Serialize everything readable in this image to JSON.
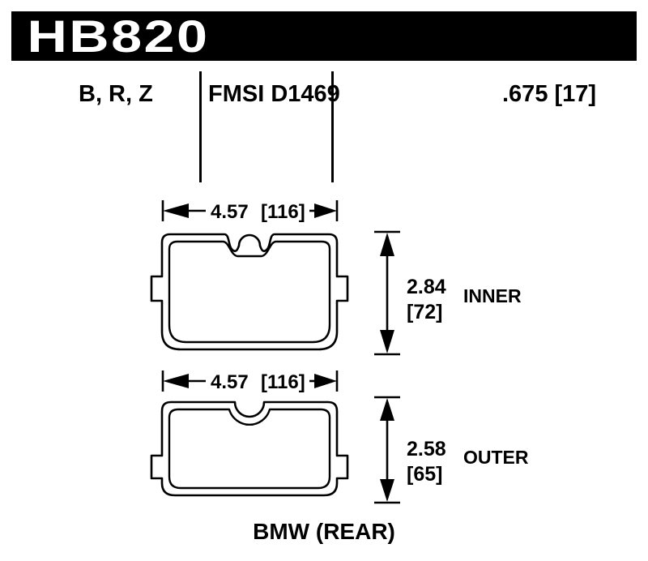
{
  "header": {
    "part_number": "HB820"
  },
  "spec": {
    "compounds": "B, R, Z",
    "fmsi": "FMSI D1469",
    "thickness": ".675 [17]"
  },
  "inner_pad": {
    "width_in": "4.57",
    "width_mm": "[116]",
    "height_in": "2.84",
    "height_mm": "[72]",
    "label": "INNER"
  },
  "outer_pad": {
    "width_in": "4.57",
    "width_mm": "[116]",
    "height_in": "2.58",
    "height_mm": "[65]",
    "label": "OUTER"
  },
  "application": "BMW (REAR)",
  "colors": {
    "ink": "#000000",
    "paper": "#ffffff"
  }
}
